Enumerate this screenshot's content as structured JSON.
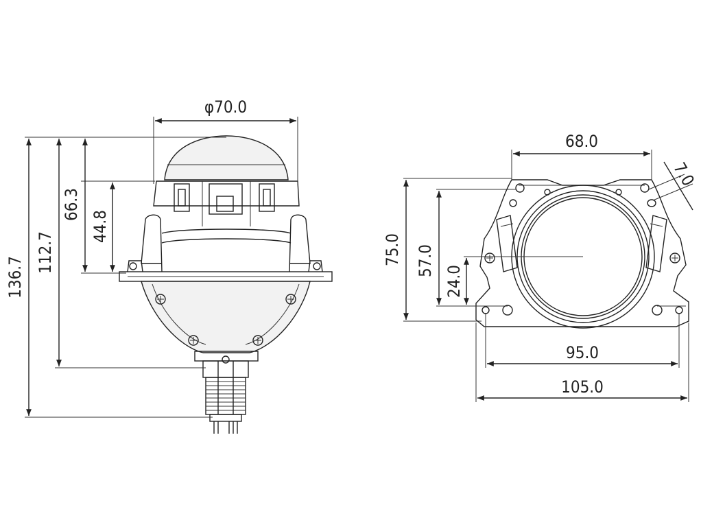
{
  "side_view": {
    "diameter": "φ70.0",
    "heights": [
      "136.7",
      "112.7",
      "66.3",
      "44.8"
    ]
  },
  "front_view": {
    "top_width": "68.0",
    "slot": "7.0",
    "heights": [
      "75.0",
      "57.0",
      "24.0"
    ],
    "widths": [
      "95.0",
      "105.0"
    ]
  }
}
